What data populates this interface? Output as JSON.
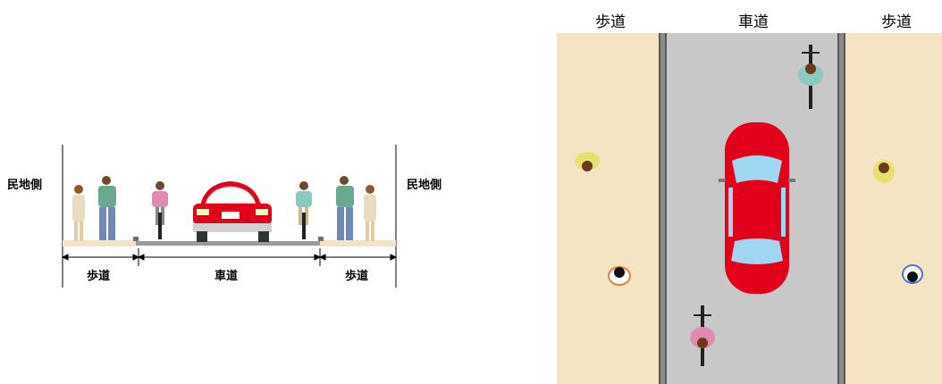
{
  "cross_section": {
    "left_side_label": "民地側",
    "right_side_label": "民地側",
    "left_sidewalk_label": "歩道",
    "roadway_label": "車道",
    "right_sidewalk_label": "歩道"
  },
  "plan_view": {
    "left_sidewalk_label": "歩道",
    "roadway_label": "車道",
    "right_sidewalk_label": "歩道"
  },
  "colors": {
    "sidewalk": "#f4e4c4",
    "roadway": "#c8c8c8",
    "car": "#e2001a",
    "curb": "#707070"
  }
}
